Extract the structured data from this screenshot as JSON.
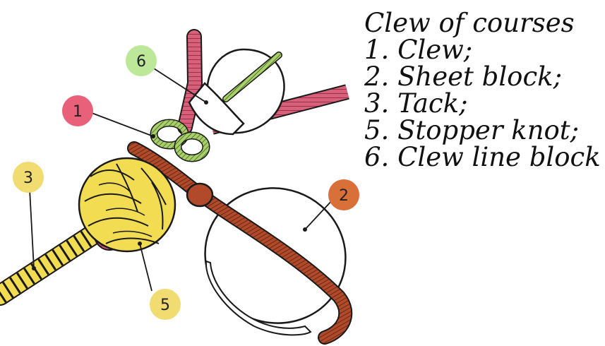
{
  "title": "Clew of courses",
  "legend": [
    "1. Clew;",
    "2. Sheet block;",
    "3. Tack;",
    "5. Stopper knot;",
    "6. Clew line block"
  ],
  "callouts": [
    {
      "label": "1",
      "color": "#e8607a"
    },
    {
      "label": "2",
      "color": "#d9703a"
    },
    {
      "label": "3",
      "color": "#f0dc70"
    },
    {
      "label": "5",
      "color": "#f0dc70"
    },
    {
      "label": "6",
      "color": "#bde89a"
    }
  ],
  "colors": {
    "clew_rope": "#d8607a",
    "sheet_rope": "#a8442a",
    "tack_rope": "#f2dc52",
    "clew_line": "#8ab84a",
    "outline": "#1a1a1a"
  }
}
